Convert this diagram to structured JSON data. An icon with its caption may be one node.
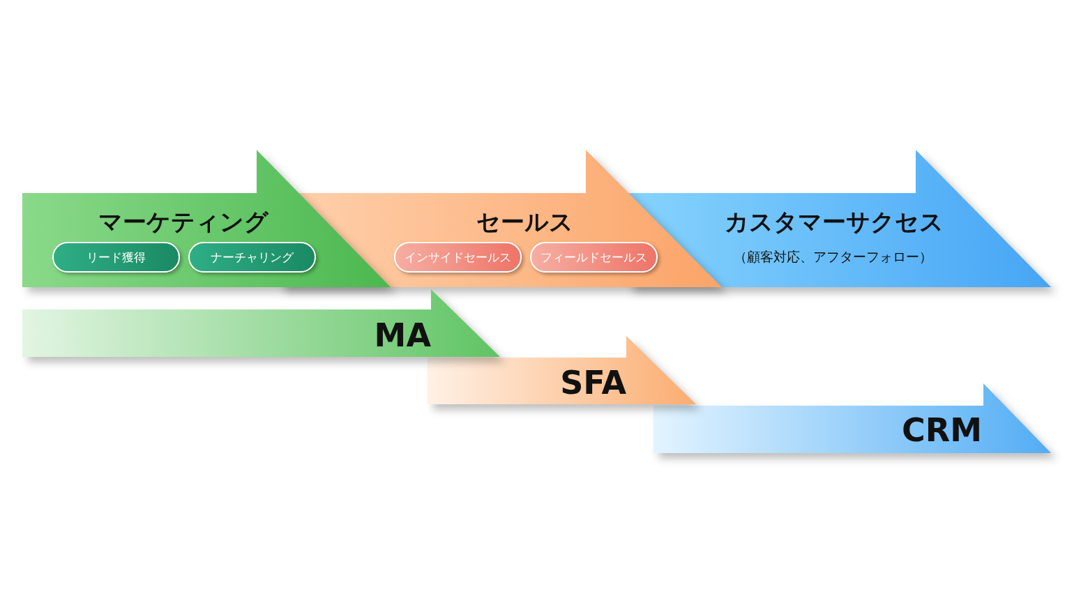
{
  "diagram": {
    "nodes": [
      {
        "text": [
          "マーケティング"
        ]
      },
      {
        "text": [
          "リード獲得"
        ],
        "in": 0
      },
      {
        "text": [
          "ナーチャリング"
        ],
        "in": 0
      },
      {
        "text": [
          "セールス"
        ]
      },
      {
        "text": [
          "インサイドセールス"
        ],
        "in": 3
      },
      {
        "text": [
          "フィールドセールス"
        ],
        "in": 3
      },
      {
        "text": [
          "カスタマーサクセス",
          "（顧客対応、アフターフォロー）"
        ]
      },
      {
        "text": [
          "MA"
        ]
      },
      {
        "text": [
          "SFA"
        ]
      },
      {
        "text": [
          "CRM"
        ]
      }
    ],
    "edges": []
  }
}
